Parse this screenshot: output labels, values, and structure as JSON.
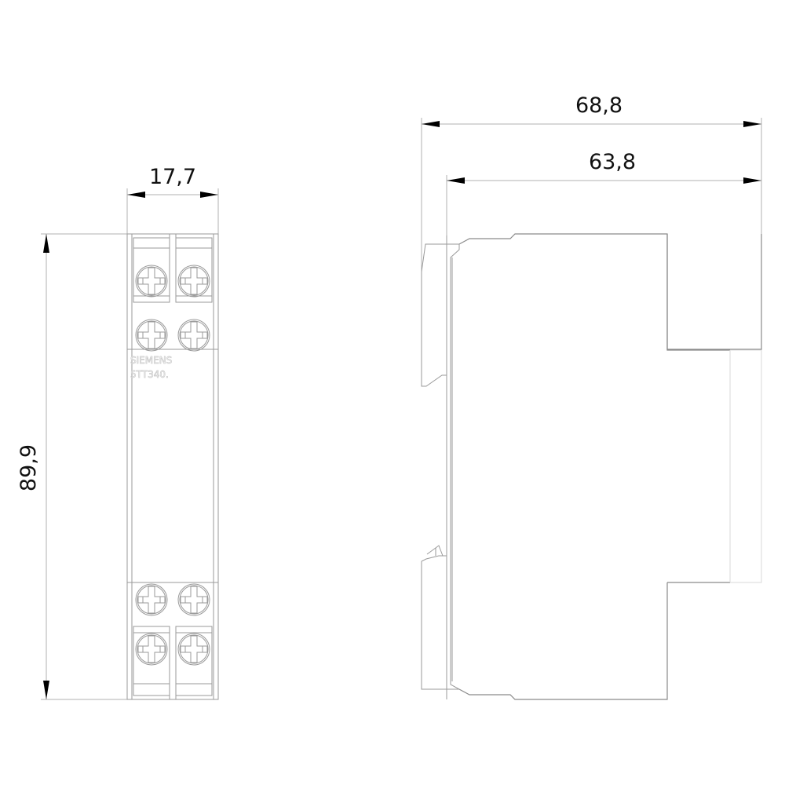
{
  "drawing": {
    "subject": "Modular DIN-rail device dimension drawing",
    "units": "mm",
    "line_color": "#9a9a9a",
    "front_view": {
      "width_label": "17,7",
      "height_label": "89,9",
      "brand_text": "SIEMENS",
      "model_text": "5TT340.",
      "terminals_top": 4,
      "terminals_bottom": 4
    },
    "side_view": {
      "overall_depth_label": "68,8",
      "body_depth_label": "63,8"
    }
  }
}
